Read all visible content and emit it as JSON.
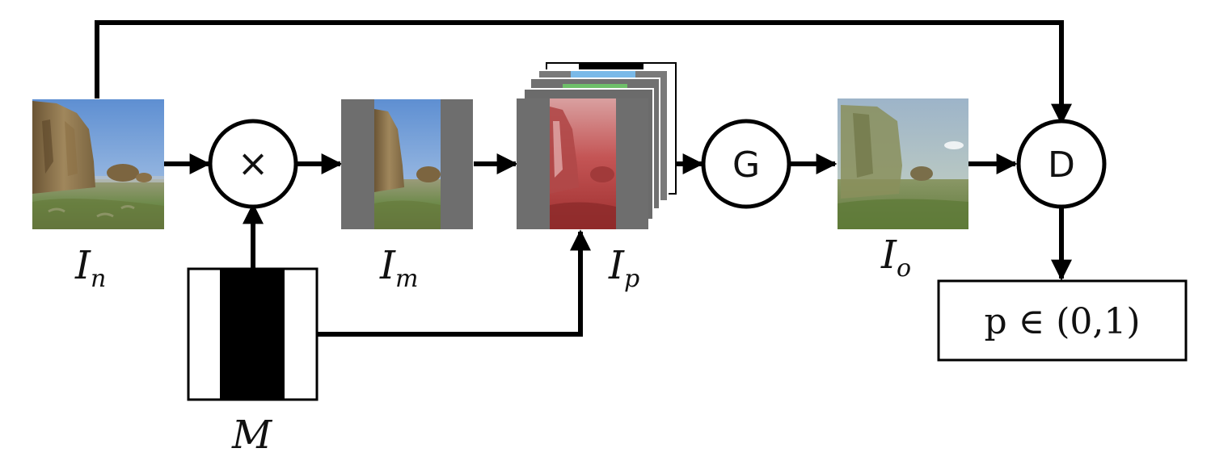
{
  "images": {
    "input": {
      "symbol": "I",
      "subscript": "n"
    },
    "masked": {
      "symbol": "I",
      "subscript": "m"
    },
    "stack": {
      "symbol": "I",
      "subscript": "p"
    },
    "output": {
      "symbol": "I",
      "subscript": "o"
    }
  },
  "mask": {
    "symbol": "M"
  },
  "operators": {
    "multiply": "×",
    "generator": "G",
    "discriminator": "D"
  },
  "result": {
    "label": "p ∈ (0,1)"
  },
  "colors": {
    "line": "#000000",
    "masked_bar": "#6e6e6e",
    "stack_red": "#c23a3a",
    "stack_blue": "#7ab9e8",
    "stack_green": "#6fbf6a",
    "sky": "#7fa6d6"
  }
}
